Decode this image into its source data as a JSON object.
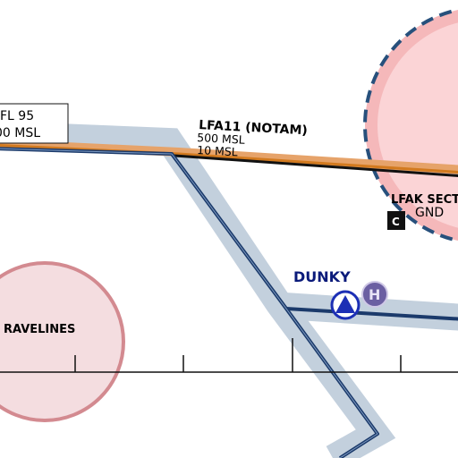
{
  "map": {
    "colors": {
      "airway_band": "#c3d0dd",
      "route_line": "#1b3a6b",
      "notam_line": "#d27a1f",
      "restricted_fill": "#f7c6c8",
      "restricted_edge": "#d98a8e",
      "ctr_dash": "#27507c",
      "vor_blue": "#1c2fb5",
      "heliport_purple": "#6b5fa2"
    },
    "left_box": {
      "line1": "FL 95",
      "line2": "00 MSL"
    },
    "lfa11": {
      "name": "LFA11 (NOTAM)",
      "upper": "500 MSL",
      "lower": "10 MSL"
    },
    "lfak": {
      "name": "LFAK SECT",
      "class_badge": "C",
      "floor": "GND"
    },
    "dunky": {
      "name": "DUNKY",
      "vor_icon": "vor-triangle-icon",
      "heli_icon": "heliport-icon",
      "heli_letter": "H"
    },
    "gravelines": {
      "name": "RAVELINES"
    },
    "scale_bar": {
      "ticks": 4
    }
  }
}
